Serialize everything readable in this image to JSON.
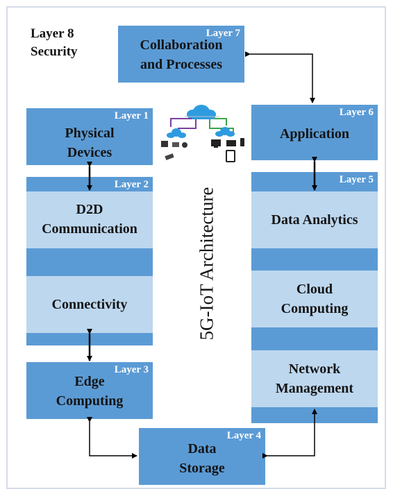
{
  "layer8": {
    "line1": "Layer 8",
    "line2": "Security"
  },
  "layer7": {
    "tag": "Layer 7",
    "line1": "Collaboration",
    "line2": "and Processes"
  },
  "layer1": {
    "tag": "Layer 1",
    "line1": "Physical",
    "line2": "Devices"
  },
  "layer2": {
    "tag": "Layer 2",
    "d2d1": "D2D",
    "d2d2": "Communication",
    "conn": "Connectivity"
  },
  "layer3": {
    "tag": "Layer 3",
    "line1": "Edge",
    "line2": "Computing"
  },
  "layer4": {
    "tag": "Layer 4",
    "line1": "Data",
    "line2": "Storage"
  },
  "layer5": {
    "tag": "Layer 5",
    "analytics": "Data Analytics",
    "cloud1": "Cloud",
    "cloud2": "Computing",
    "net1": "Network",
    "net2": "Management"
  },
  "layer6": {
    "tag": "Layer 6",
    "line1": "Application"
  },
  "center_title": "5G-IoT Architecture"
}
